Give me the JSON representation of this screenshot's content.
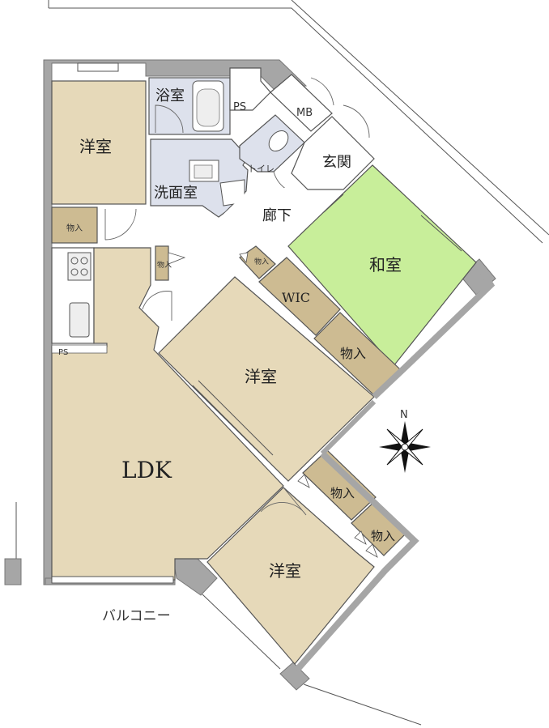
{
  "rooms": {
    "western_room_top": "洋室",
    "bath": "浴室",
    "ps_top": "PS",
    "mb": "MB",
    "toilet": "トイレ",
    "entrance": "玄関",
    "washroom": "洗面室",
    "hallway": "廊下",
    "storage_left": "物入",
    "storage_kitchen": "物入",
    "storage_hall": "物入",
    "japanese_room": "和室",
    "wic": "WIC",
    "storage_center": "物入",
    "western_room_center": "洋室",
    "ps_kitchen": "PS",
    "ldk": "LDK",
    "storage_lower_1": "物入",
    "storage_lower_2": "物入",
    "western_room_bottom": "洋室",
    "balcony": "バルコニー"
  },
  "compass": {
    "north_label": "N"
  },
  "colors": {
    "western_room": "#e6d9b9",
    "storage": "#cdbb92",
    "wet_area": "#dde1ec",
    "japanese_room": "#c8ee9a",
    "wall": "#a6a6a6"
  }
}
